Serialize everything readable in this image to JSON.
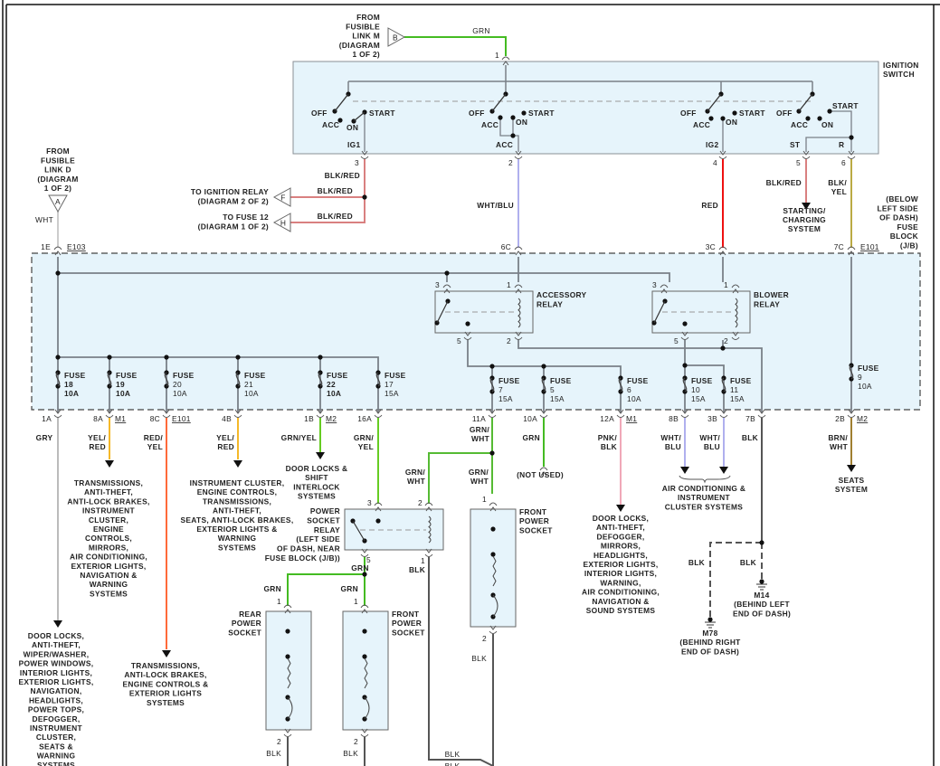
{
  "colors": {
    "grn": "#44bb22",
    "red": "#ee1111",
    "blk_red": "#d98080",
    "wht_blu": "#b0b0ee",
    "blk_yel": "#bbaa44",
    "wht": "#cccccc",
    "gry": "#bbbbbb",
    "yel_red": "#f5b829",
    "red_yel": "#ff6a3a",
    "grn_yel": "#66cc22",
    "grn_wht": "#55bb33",
    "pnk_blk": "#f0a8b8",
    "blk": "#555555",
    "brn_wht": "#a07f30",
    "wire_internal": "#7a8088",
    "box_fill": "#e6f4fb",
    "box_stroke": "#8a8f96"
  },
  "sources": {
    "fusible_link_m": {
      "lines": [
        "FROM",
        "FUSIBLE",
        "LINK M",
        "(DIAGRAM",
        "1 OF 2)"
      ],
      "tag": "B",
      "wire": "GRN",
      "pin": "1"
    },
    "fusible_link_d": {
      "lines": [
        "FROM",
        "FUSIBLE",
        "LINK D",
        "(DIAGRAM",
        "1 OF 2)"
      ],
      "tag": "A",
      "wire": "WHT"
    },
    "ignition_relay": {
      "lines": [
        "TO IGNITION RELAY",
        "(DIAGRAM 2 OF 2)"
      ],
      "tag": "F",
      "wire": "BLK/RED"
    },
    "fuse_12": {
      "lines": [
        "TO FUSE 12",
        "(DIAGRAM 1 OF 2)"
      ],
      "tag": "H",
      "wire": "BLK/RED"
    }
  },
  "ignition_switch": {
    "title_lines": [
      "IGNITION",
      "SWITCH"
    ],
    "positions": {
      "off": "OFF",
      "acc": "ACC",
      "on": "ON",
      "start": "START"
    },
    "terminals": [
      {
        "name": "IG1",
        "pin": "3",
        "wire": "BLK/RED"
      },
      {
        "name": "ACC",
        "pin": "2",
        "wire": "WHT/BLU"
      },
      {
        "name": "IG2",
        "pin": "4",
        "wire": "RED"
      },
      {
        "name": "ST",
        "pin": "5",
        "wire": "BLK/RED"
      },
      {
        "name": "R",
        "pin": "6",
        "wire": "BLK/ YEL"
      }
    ],
    "starting_dest": [
      "STARTING/",
      "CHARGING",
      "SYSTEM"
    ]
  },
  "fuse_block": {
    "title_lines": [
      "(BELOW",
      "LEFT SIDE",
      "OF DASH)",
      "FUSE",
      "BLOCK",
      "(J/B)"
    ],
    "inputs": [
      {
        "pin": "1E",
        "connector": "E103"
      },
      {
        "pin": "6C",
        "connector": ""
      },
      {
        "pin": "3C",
        "connector": ""
      },
      {
        "pin": "7C",
        "connector": "E101"
      }
    ],
    "relays": [
      {
        "name_lines": [
          "ACCESSORY",
          "RELAY"
        ],
        "pins": [
          "3",
          "1",
          "5",
          "2"
        ]
      },
      {
        "name_lines": [
          "BLOWER",
          "RELAY"
        ],
        "pins": [
          "3",
          "1",
          "5",
          "2"
        ]
      }
    ],
    "fuses": [
      {
        "label": "FUSE",
        "number": "18",
        "rating": "10A",
        "out_pin": "1A",
        "connector": "",
        "wire": "GRY"
      },
      {
        "label": "FUSE",
        "number": "19",
        "rating": "10A",
        "out_pin": "8A",
        "connector": "M1",
        "wire": "YEL/ RED"
      },
      {
        "label": "FUSE",
        "number": "20",
        "rating": "10A",
        "out_pin": "8C",
        "connector": "E101",
        "wire": "RED/ YEL"
      },
      {
        "label": "FUSE",
        "number": "21",
        "rating": "10A",
        "out_pin": "4B",
        "connector": "",
        "wire": "YEL/ RED"
      },
      {
        "label": "FUSE",
        "number": "22",
        "rating": "10A",
        "out_pin": "1B",
        "connector": "M2",
        "wire": "GRN/YEL"
      },
      {
        "label": "FUSE",
        "number": "17",
        "rating": "15A",
        "out_pin": "16A",
        "connector": "",
        "wire": "GRN/ YEL"
      },
      {
        "label": "FUSE",
        "number": "7",
        "rating": "15A",
        "out_pin": "11A",
        "connector": "",
        "wire": "GRN/ WHT"
      },
      {
        "label": "FUSE",
        "number": "5",
        "rating": "15A",
        "out_pin": "10A",
        "connector": "",
        "wire": "GRN"
      },
      {
        "label": "FUSE",
        "number": "6",
        "rating": "10A",
        "out_pin": "12A",
        "connector": "M1",
        "wire": "PNK/ BLK"
      },
      {
        "label": "FUSE",
        "number": "10",
        "rating": "15A",
        "out_pin": "8B",
        "connector": "",
        "wire": "WHT/ BLU"
      },
      {
        "label": "FUSE",
        "number": "11",
        "rating": "15A",
        "out_pin": "3B",
        "connector": "",
        "wire": "WHT/ BLU"
      },
      {
        "label": "FUSE",
        "number": "9",
        "rating": "10A",
        "out_pin": "2B",
        "connector": "M2",
        "wire": "BRN/ WHT"
      }
    ],
    "ground_out": {
      "pin": "7B",
      "wire": "BLK"
    }
  },
  "destinations": {
    "fuse18": [
      "DOOR LOCKS,",
      "ANTI-THEFT,",
      "WIPER/WASHER,",
      "POWER WINDOWS,",
      "INTERIOR LIGHTS,",
      "EXTERIOR LIGHTS,",
      "NAVIGATION,",
      "HEADLIGHTS,",
      "POWER TOPS,",
      "DEFOGGER,",
      "INSTRUMENT",
      "CLUSTER,",
      "SEATS &",
      "WARNING",
      "SYSTEMS"
    ],
    "fuse19": [
      "TRANSMISSIONS,",
      "ANTI-THEFT,",
      "ANTI-LOCK BRAKES,",
      "INSTRUMENT",
      "CLUSTER,",
      "ENGINE",
      "CONTROLS,",
      "MIRRORS,",
      "AIR CONDITIONING,",
      "EXTERIOR LIGHTS,",
      "NAVIGATION &",
      "WARNING",
      "SYSTEMS"
    ],
    "fuse20": [
      "TRANSMISSIONS,",
      "ANTI-LOCK BRAKES,",
      "ENGINE CONTROLS &",
      "EXTERIOR LIGHTS",
      "SYSTEMS"
    ],
    "fuse21": [
      "INSTRUMENT CLUSTER,",
      "ENGINE CONTROLS,",
      "TRANSMISSIONS,",
      "ANTI-THEFT,",
      "SEATS, ANTI-LOCK BRAKES,",
      "EXTERIOR LIGHTS &",
      "WARNING",
      "SYSTEMS"
    ],
    "fuse22": [
      "DOOR LOCKS &",
      "SHIFT",
      "INTERLOCK",
      "SYSTEMS"
    ],
    "fuse5": [
      "(NOT USED)"
    ],
    "fuse6": [
      "DOOR LOCKS,",
      "ANTI-THEFT,",
      "DEFOGGER,",
      "MIRRORS,",
      "HEADLIGHTS,",
      "EXTERIOR LIGHTS,",
      "INTERIOR LIGHTS,",
      "WARNING,",
      "AIR CONDITIONING,",
      "NAVIGATION &",
      "SOUND SYSTEMS"
    ],
    "fuse10_11": [
      "AIR CONDITIONING &",
      "INSTRUMENT",
      "CLUSTER SYSTEMS"
    ],
    "fuse9": [
      "SEATS",
      "SYSTEM"
    ]
  },
  "power_socket_relay": {
    "name_lines": [
      "POWER",
      "SOCKET",
      "RELAY",
      "(LEFT SIDE",
      "OF DASH, NEAR",
      "FUSE BLOCK (J/B))"
    ],
    "pins": [
      "3",
      "2",
      "5",
      "1"
    ],
    "wire_in_2": "GRN/ WHT",
    "wire_out_5": "GRN",
    "wire_out_1": "BLK"
  },
  "sockets": [
    {
      "name_lines": [
        "REAR",
        "POWER",
        "SOCKET"
      ],
      "pin_in": "1",
      "pin_out": "2",
      "wire_in": "GRN",
      "wire_out": "BLK"
    },
    {
      "name_lines": [
        "FRONT",
        "POWER",
        "SOCKET"
      ],
      "pin_in": "1",
      "pin_out": "2",
      "wire_in": "GRN",
      "wire_out": "BLK"
    },
    {
      "name_lines": [
        "FRONT",
        "POWER",
        "SOCKET"
      ],
      "pin_in": "1",
      "pin_out": "2",
      "wire_in": "GRN/ WHT",
      "wire_out": "BLK"
    }
  ],
  "grounds": [
    {
      "name": "M14",
      "location_lines": [
        "(BEHIND LEFT",
        "END OF DASH)"
      ],
      "wire": "BLK"
    },
    {
      "name": "M78",
      "location_lines": [
        "(BEHIND RIGHT",
        "END OF DASH)"
      ],
      "wire": "BLK"
    }
  ],
  "bottom_wires": [
    "BLK",
    "BLK"
  ]
}
